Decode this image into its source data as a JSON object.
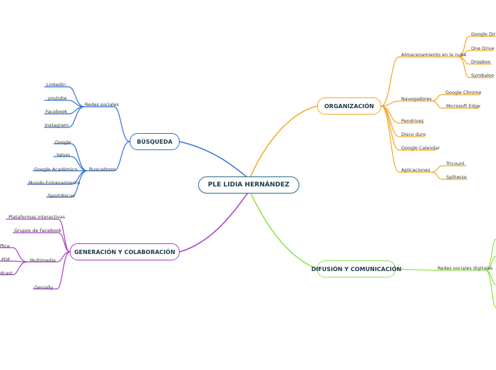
{
  "central": {
    "label": "PLE LIDIA HERNÁNDEZ"
  },
  "colors": {
    "busqueda": "#2f6fd6",
    "generacion": "#a63fc4",
    "organizacion": "#f5a623",
    "difusion": "#8ce34a"
  },
  "busqueda": {
    "label": "BÚSQUEDA",
    "redes_label": "Redes sociales",
    "redes": [
      "Linkedin",
      "youtube",
      "Facebook",
      "Instagram"
    ],
    "buscadores_label": "Buscadores",
    "buscadores": [
      "Google",
      "Yahoo",
      "Google Académico",
      "Mundo Entrenamiento",
      "Sportdiscus"
    ]
  },
  "generacion": {
    "label": "GENERACIÓN Y COLABORACIÓN",
    "plataformas": "Plataformas interactivas",
    "grupos": "Grupos de Facebook",
    "multimedia_label": "Multimedia",
    "multimedia": [
      "ffice",
      "PDF",
      "dcast"
    ],
    "genially": "Genially"
  },
  "organizacion": {
    "label": "ORGANIZACIÓN",
    "nube_label": "Almacenamiento en la nube",
    "nube": [
      "Google Dirve",
      "One Drive",
      "Dropbox",
      "Symbaloo"
    ],
    "navegadores_label": "Navegadores",
    "navegadores": [
      "Google Chrome",
      "Microsoft Edge"
    ],
    "pendrives": "Pendrives",
    "disco": "Disco duro",
    "calendar": "Google Calendar",
    "aplicaciones_label": "Aplicaciones",
    "aplicaciones": [
      "Tricount",
      "Splitwise"
    ]
  },
  "difusion": {
    "label": "DIFUSIÓN Y COMUNICACIÓN",
    "redes_digitales": "Redes sociales digitales"
  }
}
